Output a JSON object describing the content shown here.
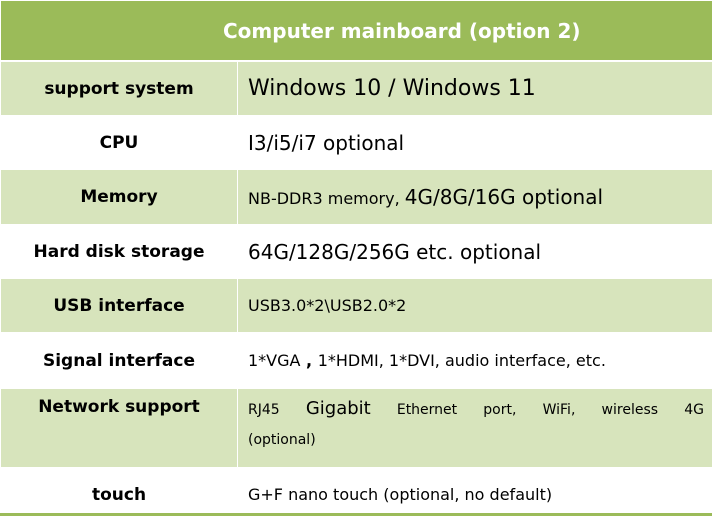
{
  "table": {
    "title": "Computer mainboard (option 2)",
    "rows": [
      {
        "label": "support system",
        "value": "Windows 10 / Windows 11"
      },
      {
        "label": "CPU",
        "value": "I3/i5/i7 optional"
      },
      {
        "label": "Memory",
        "value_prefix": "NB-DDR3 memory, ",
        "value_main": "4G/8G/16G optional"
      },
      {
        "label": "Hard disk storage",
        "value": "64G/128G/256G etc. optional"
      },
      {
        "label": "USB interface",
        "value": "USB3.0*2\\USB2.0*2"
      },
      {
        "label": "Signal interface",
        "value_a": "1*VGA",
        "value_sep": " , ",
        "value_b": "1*HDMI, 1*DVI, audio interface, etc."
      },
      {
        "label": "Network support",
        "value_words": [
          "RJ45",
          "Gigabit",
          "Ethernet",
          "port,",
          "WiFi,",
          "wireless",
          "4G"
        ],
        "value_line2": "(optional)"
      },
      {
        "label": "touch",
        "value": "G+F nano touch (optional, no default)"
      }
    ]
  },
  "colors": {
    "header_bg": "#9bbb59",
    "band_bg": "#d7e4bc",
    "plain_bg": "#ffffff",
    "header_text": "#ffffff"
  }
}
